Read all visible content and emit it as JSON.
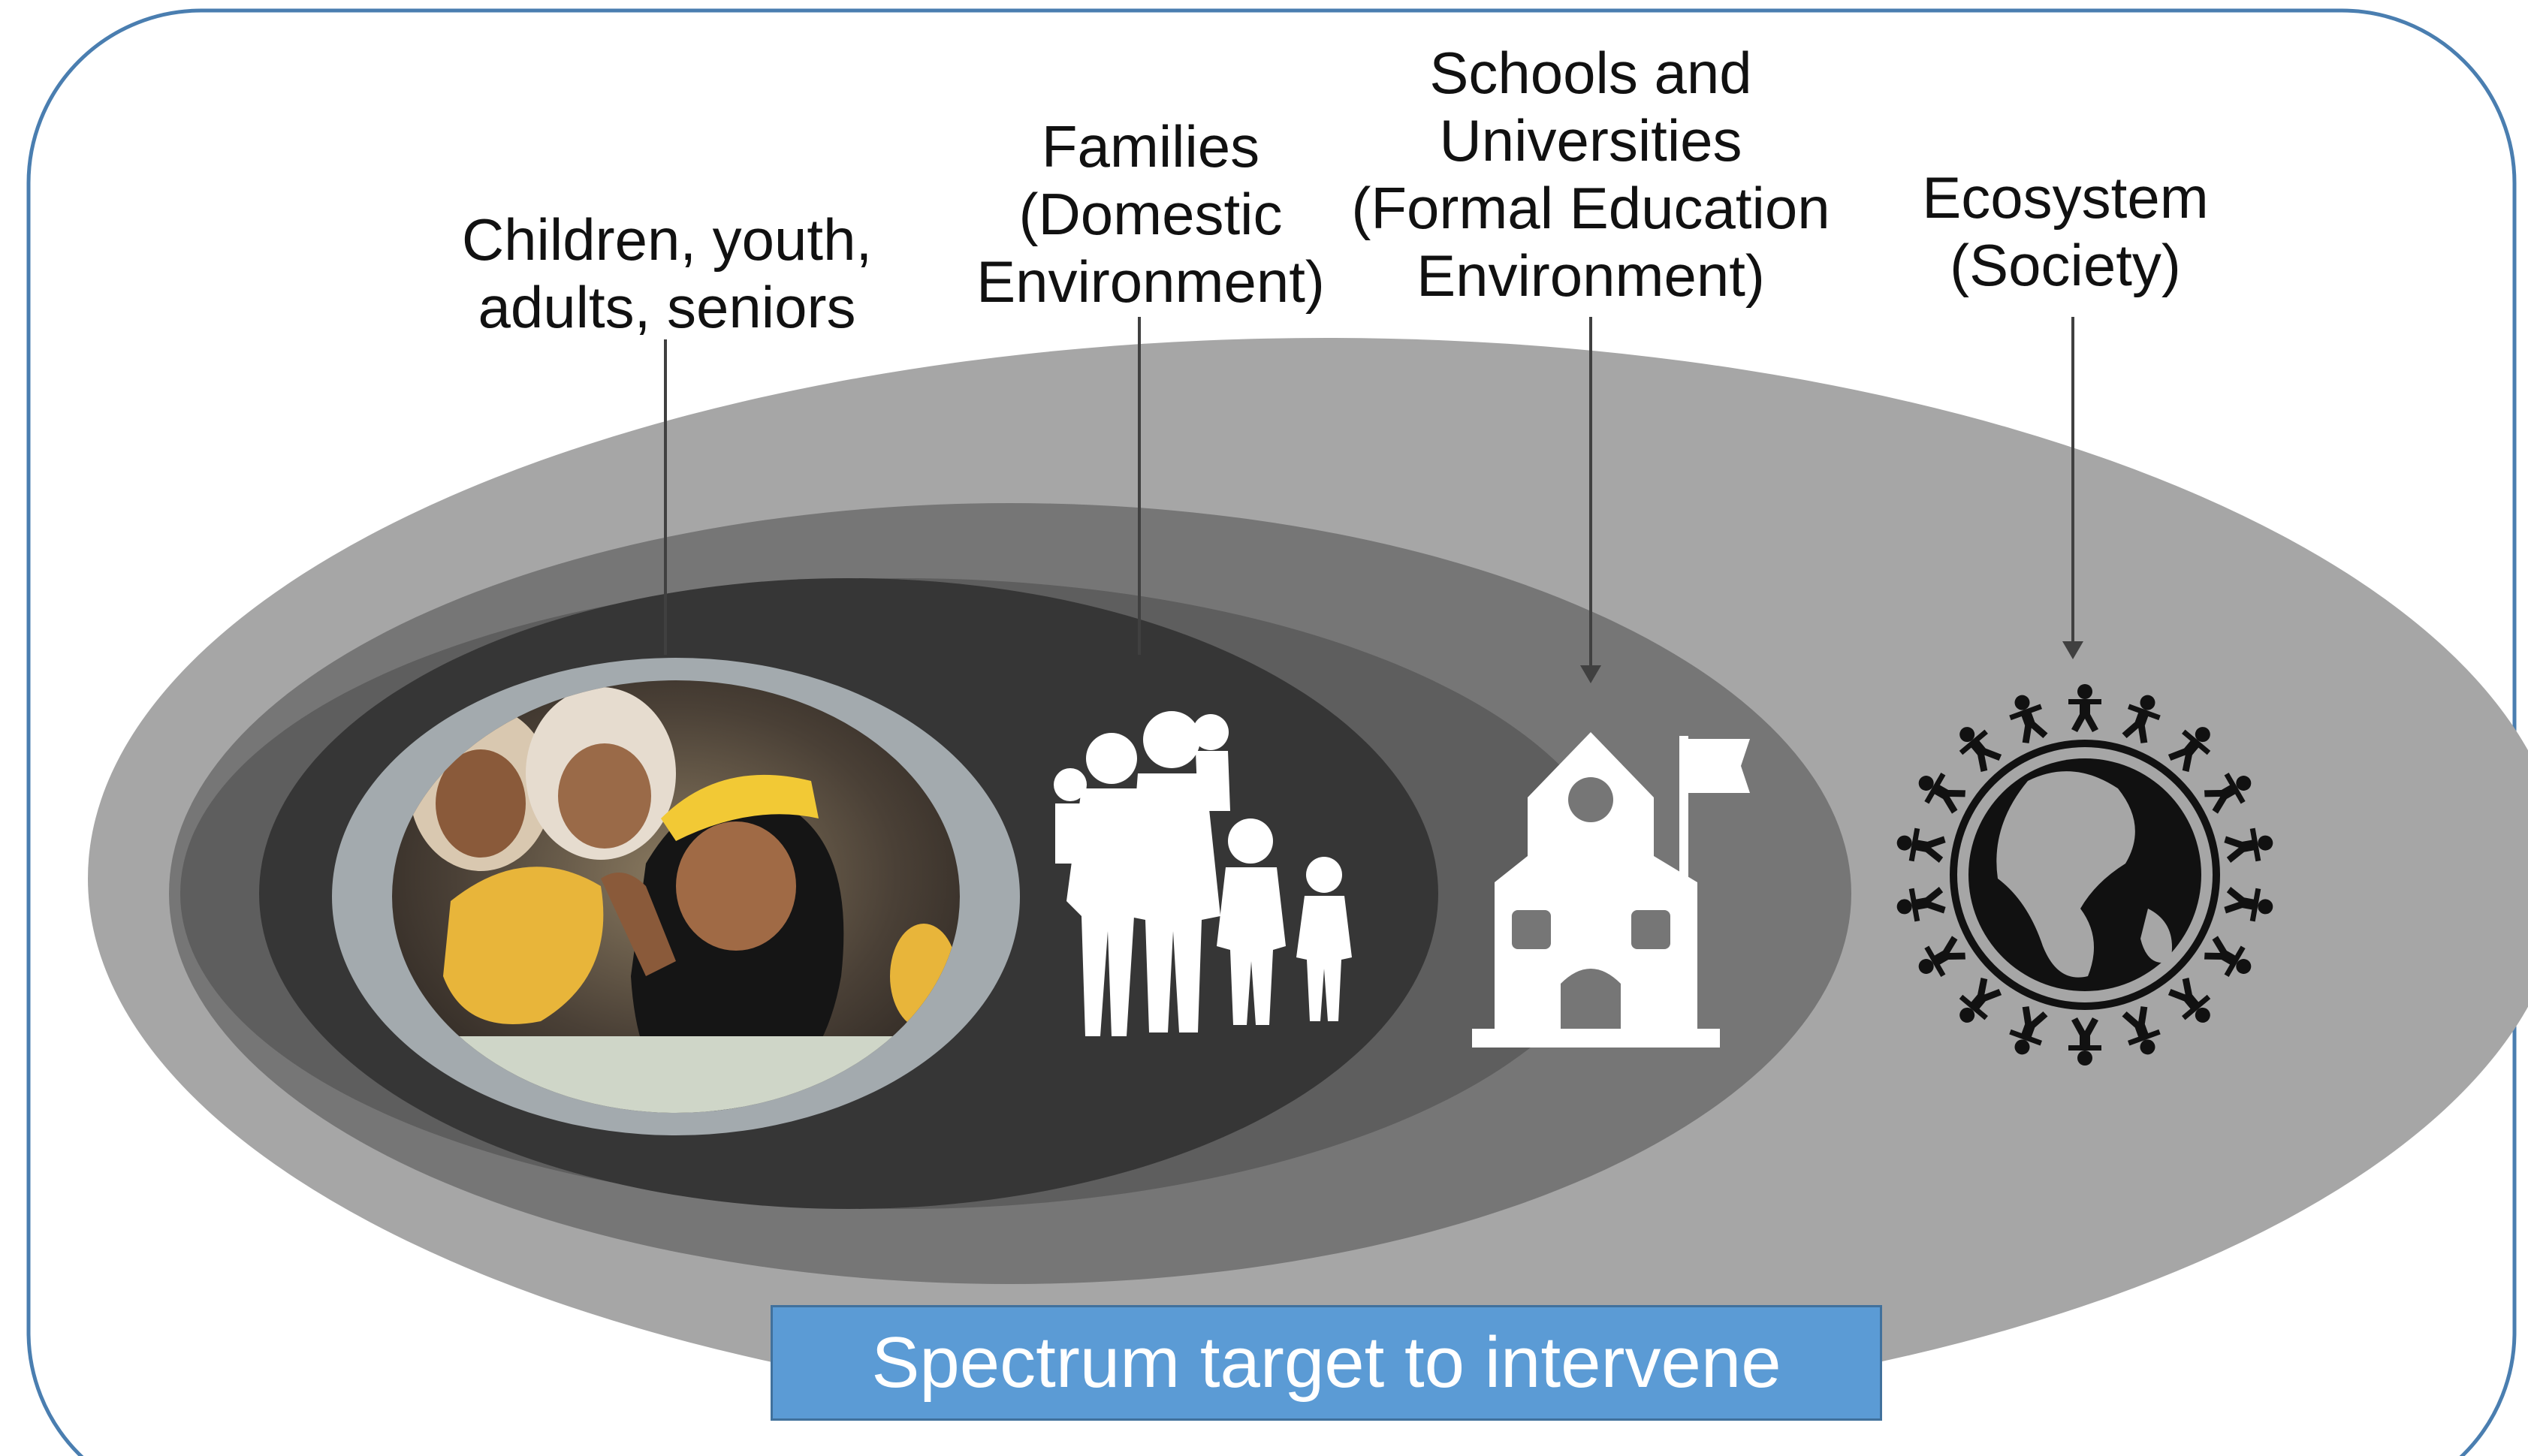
{
  "diagram": {
    "labels": {
      "individuals": [
        "Children, youth,",
        "adults, seniors"
      ],
      "families": [
        "Families",
        "(Domestic",
        "Environment)"
      ],
      "schools": [
        "Schools and",
        "Universities",
        "(Formal Education",
        "Environment)"
      ],
      "ecosystem": [
        "Ecosystem",
        "(Society)"
      ]
    },
    "banner": "Spectrum target to intervene",
    "icons": {
      "individuals": "children-photo",
      "families": "family-silhouette-icon",
      "schools": "school-building-icon",
      "ecosystem": "globe-people-ring-icon"
    },
    "colors": {
      "frame": "#4a7eb0",
      "ring_outer": "#a6a6a6",
      "ring_2": "#767676",
      "ring_3": "#5e5e5e",
      "ring_inner": "#363636",
      "photo_ring": "#a3aaae",
      "banner": "#5b9bd5",
      "icon": "#ffffff",
      "arrow": "#404040"
    }
  }
}
